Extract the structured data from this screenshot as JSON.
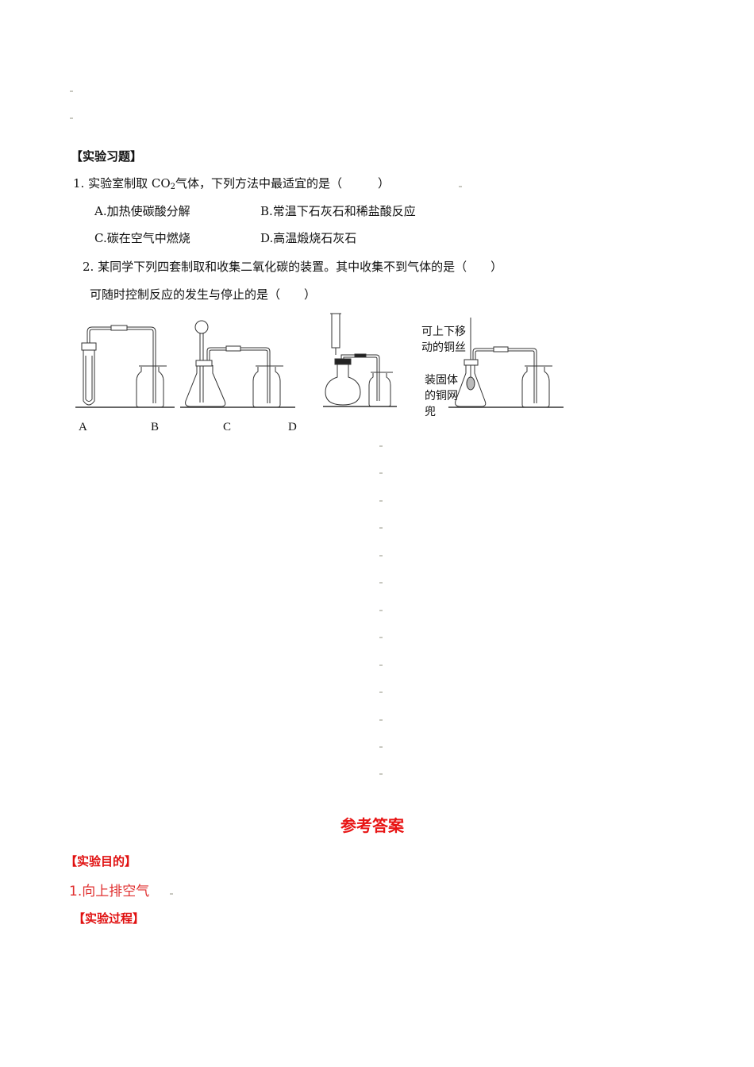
{
  "exercises": {
    "heading": "【实验习题】",
    "q1": {
      "stem_prefix": "1. 实验室制取 CO",
      "stem_sub": "2",
      "stem_suffix": "气体，下列方法中最适宜的是（　　　）",
      "options": {
        "A": "A.加热使碳酸分解",
        "B": "B.常温下石灰石和稀盐酸反应",
        "C": "C.碳在空气中燃烧",
        "D": "D.高温煅烧石灰石"
      }
    },
    "q2": {
      "stem": "2. 某同学下列四套制取和收集二氧化碳的装置。其中收集不到气体的是（　　）",
      "stem2": "可随时控制反应的发生与停止的是（　　）"
    }
  },
  "figure": {
    "labels": [
      "A",
      "B",
      "C",
      "D"
    ],
    "note_top": "可上下移动的铜丝",
    "note_bottom": "装固体的铜网兜"
  },
  "answers": {
    "title": "参考答案",
    "section1_heading": "【实验目的】",
    "section1_item": "1.向上排空气",
    "section2_heading": "【实验过程】"
  },
  "colors": {
    "answer_red": "#e81414",
    "text": "#111111"
  }
}
